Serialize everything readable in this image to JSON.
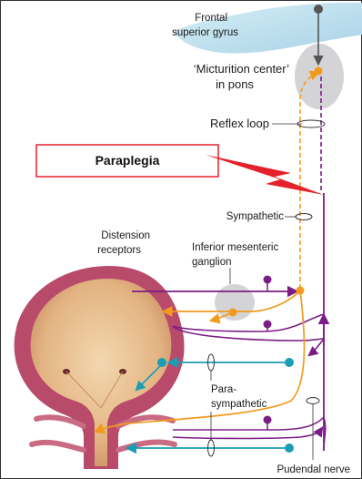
{
  "labels": {
    "frontal_line1": "Frontal",
    "frontal_line2": "superior gyrus",
    "micturition_line1": "‘Micturition center’",
    "micturition_line2": "in pons",
    "reflex_loop": "Reflex loop",
    "paraplegia": "Paraplegia",
    "sympathetic": "Sympathetic",
    "distension_line1": "Distension",
    "distension_line2": "receptors",
    "ganglion_line1": "Inferior mesenteric",
    "ganglion_line2": "ganglion",
    "para_line1": "Para-",
    "para_line2": "sympathetic",
    "pudendal": "Pudendal nerve"
  },
  "colors": {
    "purple": "#7b1d86",
    "orange": "#f39a1e",
    "teal": "#1a9eb4",
    "red": "#e5202a",
    "gray_oval": "#d4d4d6",
    "brain": "#bfe0ee",
    "bladder_outer": "#b84a6a",
    "bladder_inner": "#e8c29a",
    "dark_gray": "#555555"
  }
}
